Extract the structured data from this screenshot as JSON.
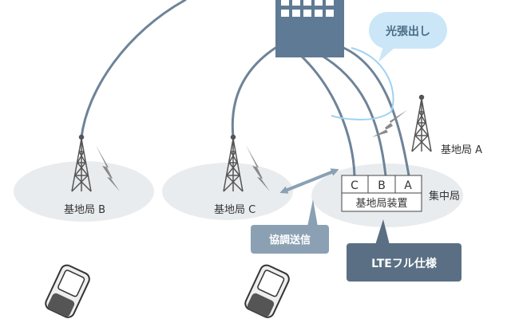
{
  "labels": {
    "hikari": "光張出し",
    "station_a": "基地局 A",
    "station_b": "基地局 B",
    "station_c": "基地局 C",
    "central": "集中局",
    "equipment": "基地局装置",
    "slot_c": "C",
    "slot_b": "B",
    "slot_a": "A",
    "kyocho": "協調送信",
    "lte": "LTEフル仕様"
  },
  "colors": {
    "line": "#6e8398",
    "building": "#5f7a94",
    "cell": "#e9ecef",
    "tower": "#555555",
    "signal": "#8a8a8a",
    "callout_light": "#cbe6f7",
    "callout_mid": "#8ba0b3",
    "callout_dark": "#5a6f84",
    "text": "#333333"
  },
  "icons": [
    "building-icon",
    "tower-icon",
    "signal-icon",
    "phone-icon",
    "arrow-icon"
  ]
}
